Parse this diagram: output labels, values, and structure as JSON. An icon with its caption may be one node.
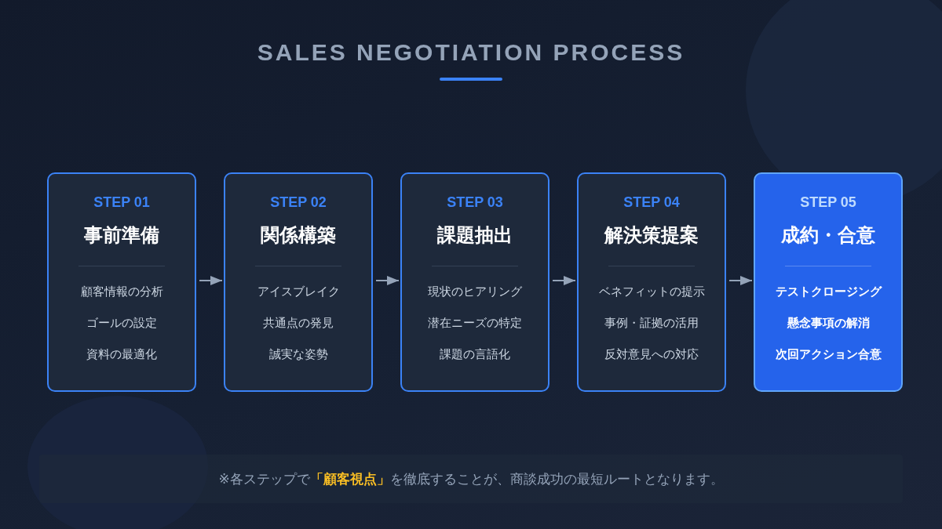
{
  "diagram": {
    "title": "SALES NEGOTIATION PROCESS",
    "nodes": [
      {
        "text": [
          "STEP 01",
          "事前準備",
          "顧客情報の分析",
          "ゴールの設定",
          "資料の最適化"
        ]
      },
      {
        "text": [
          "STEP 02",
          "関係構築",
          "アイスブレイク",
          "共通点の発見",
          "誠実な姿勢"
        ]
      },
      {
        "text": [
          "STEP 03",
          "課題抽出",
          "現状のヒアリング",
          "潜在ニーズの特定",
          "課題の言語化"
        ]
      },
      {
        "text": [
          "STEP 04",
          "解決策提案",
          "ベネフィットの提示",
          "事例・証拠の活用",
          "反対意見への対応"
        ]
      },
      {
        "text": [
          "STEP 05",
          "成約・合意",
          "テストクロージング",
          "懸念事項の解消",
          "次回アクション合意"
        ]
      }
    ],
    "edges": [
      {
        "from": 0,
        "to": 1,
        "arrow": "to"
      },
      {
        "from": 1,
        "to": 2,
        "arrow": "to"
      },
      {
        "from": 2,
        "to": 3,
        "arrow": "to"
      },
      {
        "from": 3,
        "to": 4,
        "arrow": "to"
      }
    ],
    "caption": "※各ステップで**「顧客視点」**を徹底することが、商談成功の最短ルートとなります。"
  }
}
